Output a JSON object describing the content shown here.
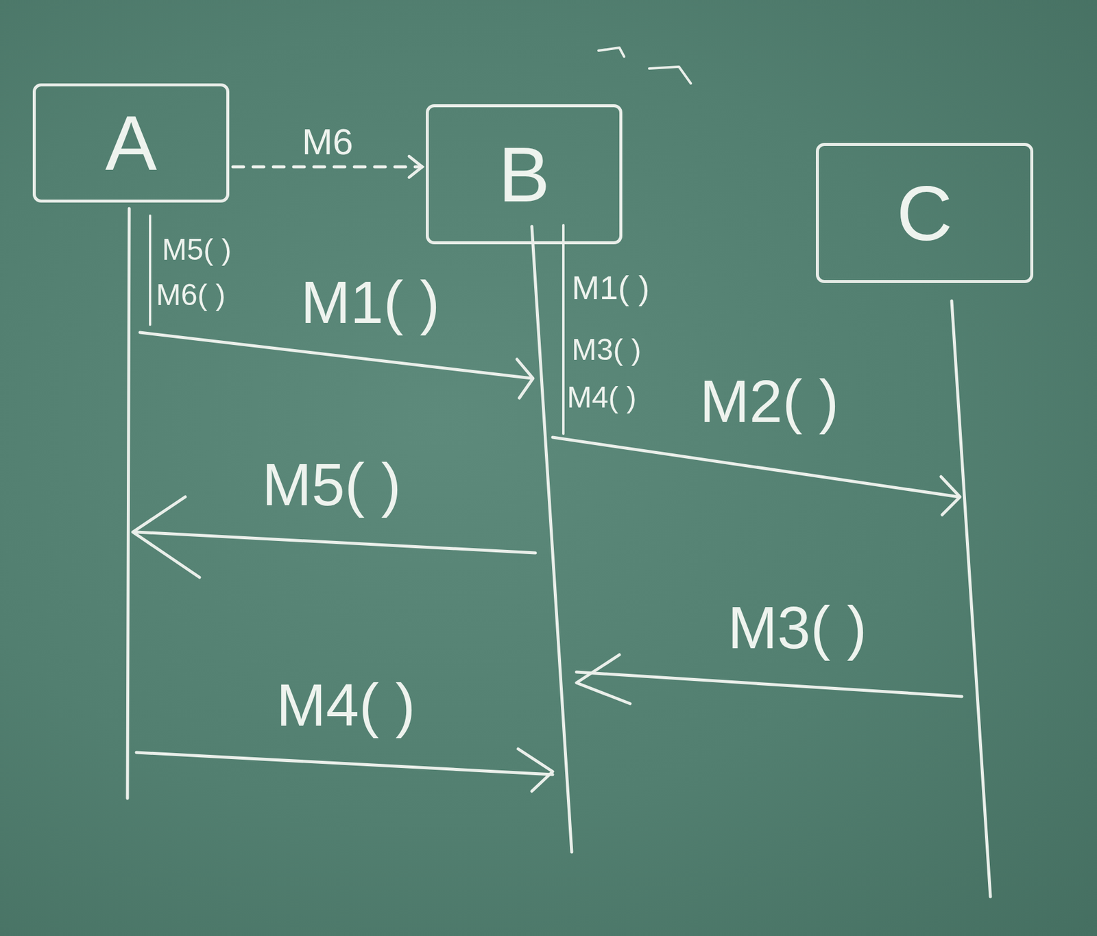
{
  "diagram": {
    "nodes": [
      {
        "text": [
          "A"
        ]
      },
      {
        "text": [
          "B"
        ]
      },
      {
        "text": [
          "C"
        ]
      }
    ],
    "edges": [
      {
        "from": 0,
        "to": 1,
        "label": "M6",
        "arrow": "to"
      }
    ],
    "labels": [
      "M5( )",
      "M6( )",
      "M1( )",
      "M1( )",
      "M3( )",
      "M4( )",
      "M2( )",
      "M5( )",
      "M3( )",
      "M4( )"
    ]
  }
}
